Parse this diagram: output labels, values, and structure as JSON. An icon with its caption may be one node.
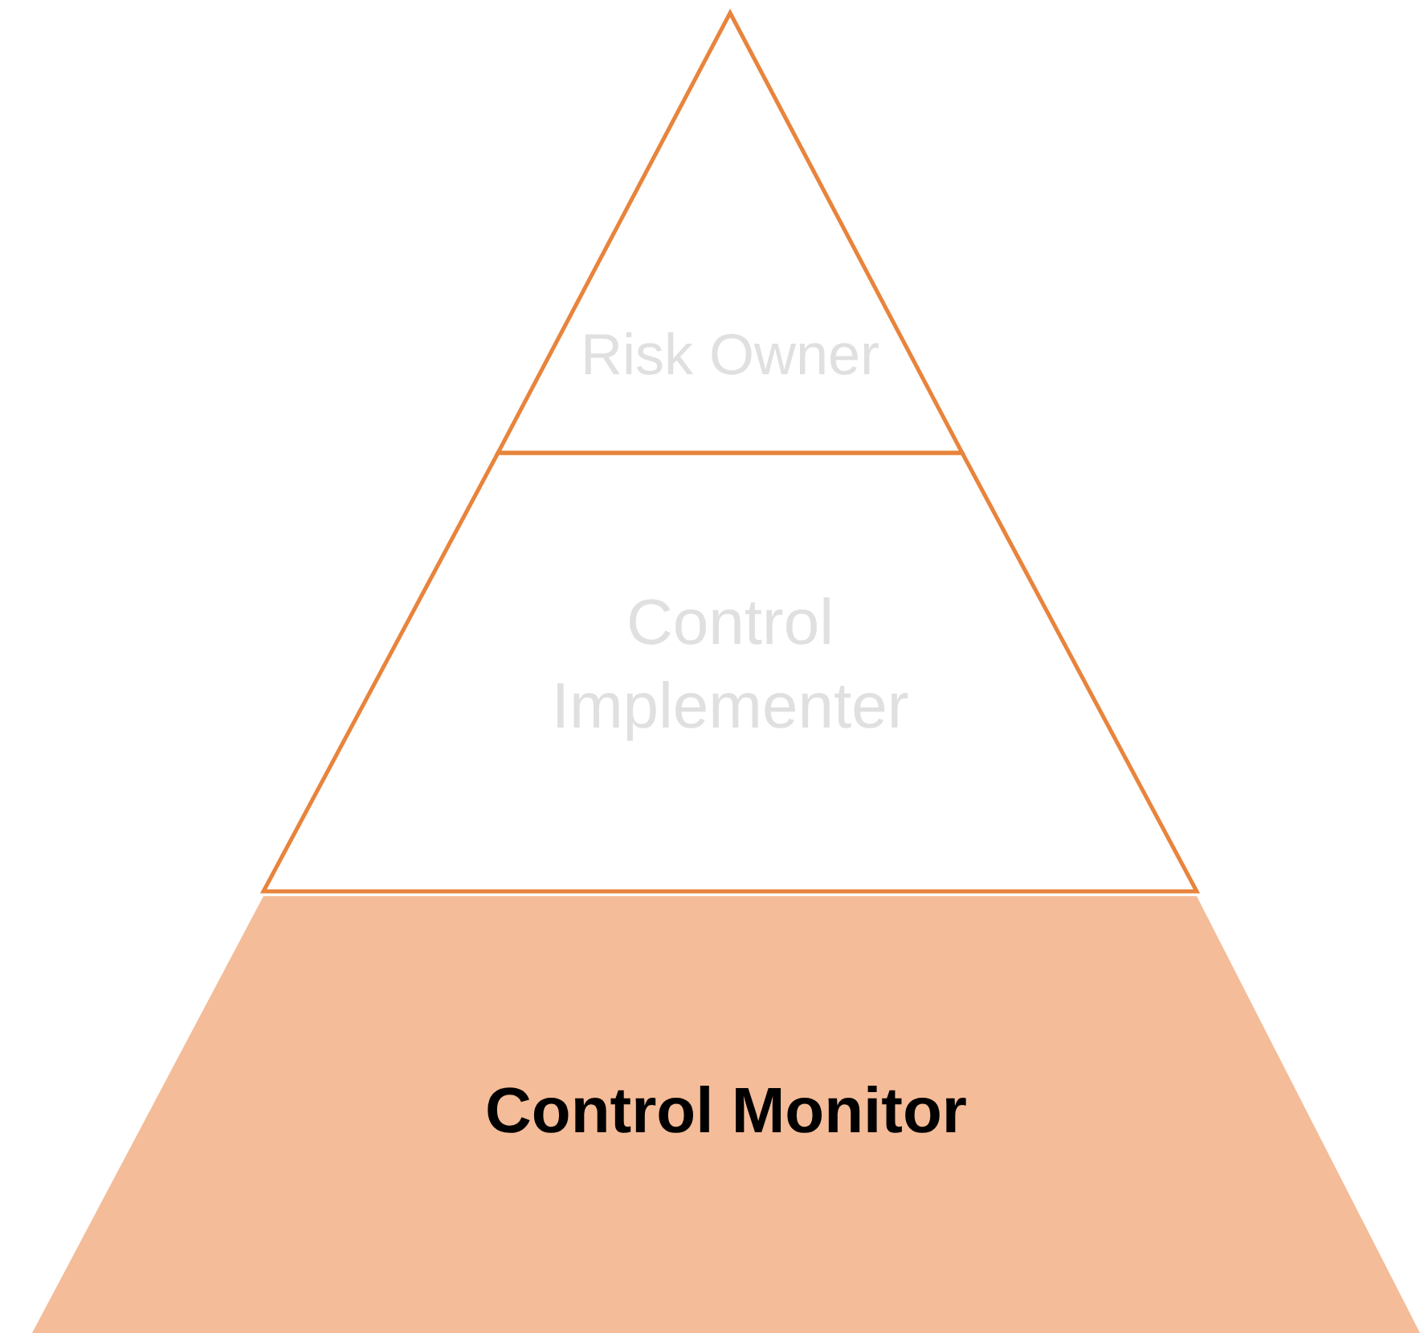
{
  "diagram": {
    "nodes": [
      {
        "text": [
          "Risk Owner"
        ]
      },
      {
        "text": [
          "Control Implementer"
        ]
      },
      {
        "text": [
          "Control Monitor"
        ]
      }
    ]
  }
}
